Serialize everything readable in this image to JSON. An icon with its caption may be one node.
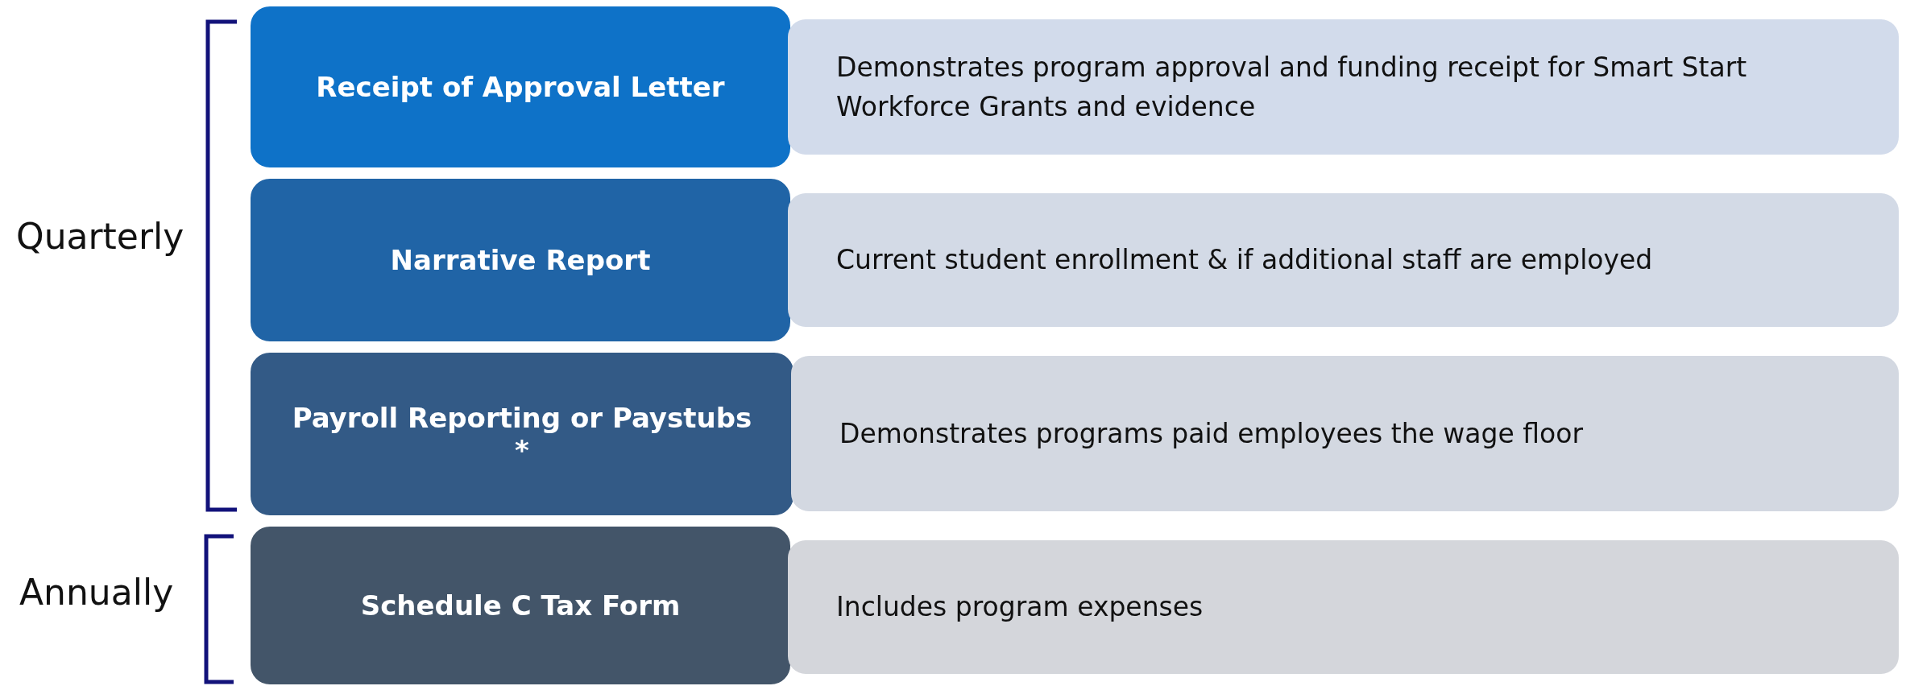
{
  "diagram": {
    "nodes": [
      {
        "text": [
          "Receipt of Approval Letter"
        ]
      },
      {
        "text": [
          "Demonstrates program approval and funding receipt for Smart Start Workforce Grants and evidence"
        ]
      },
      {
        "text": [
          "Narrative Report"
        ]
      },
      {
        "text": [
          "Current student enrollment & if additional staff are employed"
        ]
      },
      {
        "text": [
          "Payroll Reporting or Paystubs *"
        ]
      },
      {
        "text": [
          "Demonstrates programs paid employees the wage floor"
        ]
      },
      {
        "text": [
          "Schedule C Tax Form"
        ]
      },
      {
        "text": [
          "Includes program expenses"
        ]
      }
    ],
    "labels": [
      "Quarterly",
      "Annually"
    ]
  }
}
